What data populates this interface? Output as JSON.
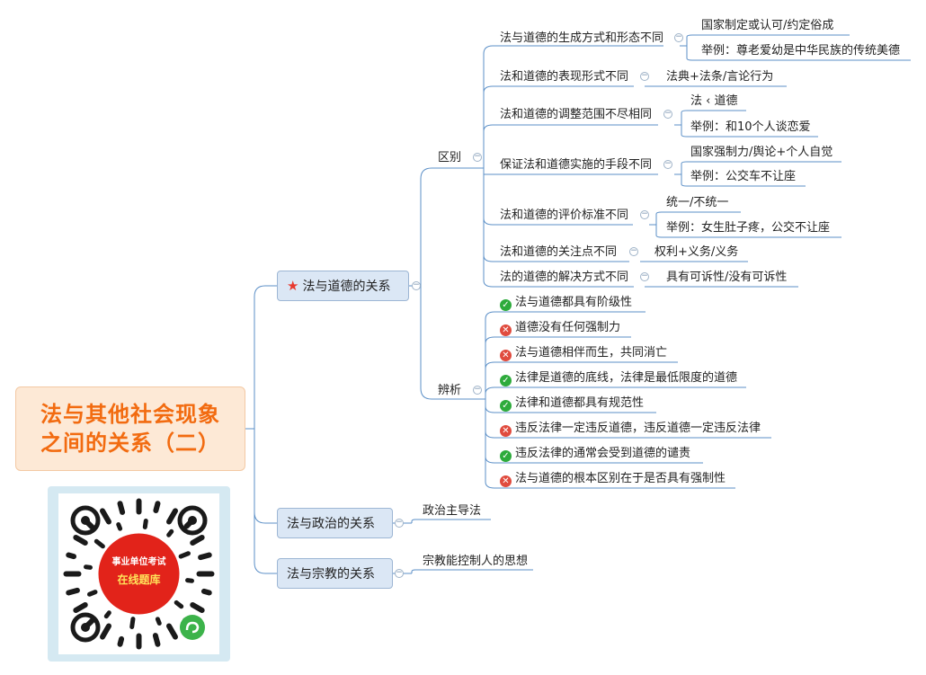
{
  "root": {
    "line1": "法与其他社会现象",
    "line2": "之间的关系（二）"
  },
  "branches": {
    "morality": "法与道德的关系",
    "politics": "法与政治的关系",
    "religion": "法与宗教的关系"
  },
  "morality_groups": {
    "difference": "区别",
    "analysis": "辨析"
  },
  "differences": [
    {
      "label": "法与道德的生成方式和形态不同",
      "details": [
        "国家制定或认可/约定俗成",
        "举例：尊老爱幼是中华民族的传统美德"
      ]
    },
    {
      "label": "法和道德的表现形式不同",
      "details": [
        "法典+法条/言论行为"
      ]
    },
    {
      "label": "法和道德的调整范围不尽相同",
      "details": [
        "法 ‹ 道德",
        "举例：和10个人谈恋爱"
      ]
    },
    {
      "label": "保证法和道德实施的手段不同",
      "details": [
        "国家强制力/舆论+个人自觉",
        "举例：公交车不让座"
      ]
    },
    {
      "label": "法和道德的评价标准不同",
      "details": [
        "统一/不统一",
        "举例：女生肚子疼，公交不让座"
      ]
    },
    {
      "label": "法和道德的关注点不同",
      "details": [
        "权利+义务/义务"
      ]
    },
    {
      "label": "法的道德的解决方式不同",
      "details": [
        "具有可诉性/没有可诉性"
      ]
    }
  ],
  "analysis": [
    {
      "text": "法与道德都具有阶级性",
      "correct": true
    },
    {
      "text": "道德没有任何强制力",
      "correct": false
    },
    {
      "text": "法与道德相伴而生，共同消亡",
      "correct": false
    },
    {
      "text": "法律是道德的底线，法律是最低限度的道德",
      "correct": true
    },
    {
      "text": "法律和道德都具有规范性",
      "correct": true
    },
    {
      "text": "违反法律一定违反道德，违反道德一定违反法律",
      "correct": false
    },
    {
      "text": "违反法律的通常会受到道德的谴责",
      "correct": true
    },
    {
      "text": "法与道德的根本区别在于是否具有强制性",
      "correct": false
    }
  ],
  "politics_detail": "政治主导法",
  "religion_detail": "宗教能控制人的思想",
  "qr": {
    "line1": "事业单位考试",
    "line2": "在线题库"
  },
  "colors": {
    "line": "#5b8fc7",
    "root_text": "#f26b10",
    "root_bg": "#fde9d6",
    "box_bg": "#dbe7f5",
    "correct": "#2eab3c",
    "wrong": "#e04b3e"
  }
}
